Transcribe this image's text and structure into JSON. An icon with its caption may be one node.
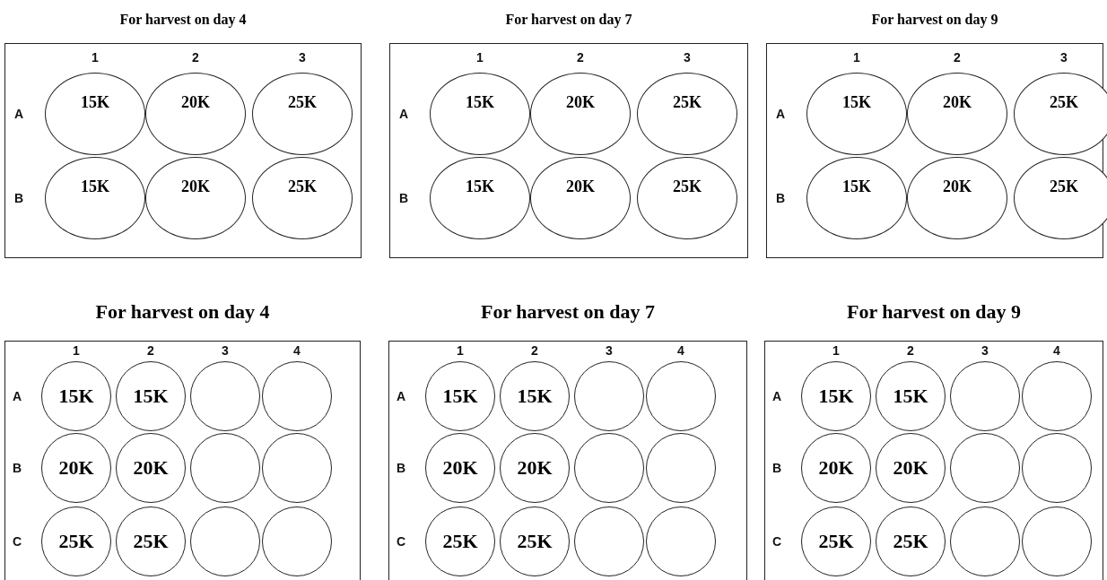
{
  "diagram": {
    "nodes": [
      {
        "text": [
          "For harvest on day 4",
          "1",
          "2",
          "3",
          "A",
          "B"
        ]
      },
      {
        "text": [
          "15K"
        ],
        "in": 0
      },
      {
        "text": [
          "20K"
        ],
        "in": 0
      },
      {
        "text": [
          "25K"
        ],
        "in": 0
      },
      {
        "text": [
          "15K"
        ],
        "in": 0
      },
      {
        "text": [
          "20K"
        ],
        "in": 0
      },
      {
        "text": [
          "25K"
        ],
        "in": 0
      },
      {
        "text": [
          "For harvest on day 7",
          "1",
          "2",
          "3",
          "A",
          "B"
        ]
      },
      {
        "text": [
          "15K"
        ],
        "in": 7
      },
      {
        "text": [
          "20K"
        ],
        "in": 7
      },
      {
        "text": [
          "25K"
        ],
        "in": 7
      },
      {
        "text": [
          "15K"
        ],
        "in": 7
      },
      {
        "text": [
          "20K"
        ],
        "in": 7
      },
      {
        "text": [
          "25K"
        ],
        "in": 7
      },
      {
        "text": [
          "For harvest on day 9",
          "1",
          "2",
          "3",
          "A",
          "B"
        ]
      },
      {
        "text": [
          "15K"
        ],
        "in": 14
      },
      {
        "text": [
          "20K"
        ],
        "in": 14
      },
      {
        "text": [
          "25K"
        ],
        "in": 14
      },
      {
        "text": [
          "15K"
        ],
        "in": 14
      },
      {
        "text": [
          "20K"
        ],
        "in": 14
      },
      {
        "text": [
          "25K"
        ],
        "in": 14
      },
      {
        "text": [
          "For harvest on day 4",
          "1",
          "2",
          "3",
          "4",
          "A",
          "B",
          "C"
        ]
      },
      {
        "text": [
          "15K"
        ],
        "in": 21
      },
      {
        "text": [
          "15K"
        ],
        "in": 21
      },
      {
        "text": [],
        "shape": "circle",
        "in": 21
      },
      {
        "text": [],
        "shape": "circle",
        "in": 21
      },
      {
        "text": [
          "20K"
        ],
        "in": 21
      },
      {
        "text": [
          "20K"
        ],
        "in": 21
      },
      {
        "text": [],
        "shape": "circle",
        "in": 21
      },
      {
        "text": [],
        "shape": "circle",
        "in": 21
      },
      {
        "text": [
          "25K"
        ],
        "in": 21
      },
      {
        "text": [
          "25K"
        ],
        "in": 21
      },
      {
        "text": [],
        "shape": "circle",
        "in": 21
      },
      {
        "text": [],
        "shape": "circle",
        "in": 21
      },
      {
        "text": [
          "For harvest on day 7",
          "1",
          "2",
          "3",
          "4",
          "A",
          "B",
          "C"
        ]
      },
      {
        "text": [
          "15K"
        ],
        "in": 34
      },
      {
        "text": [
          "15K"
        ],
        "in": 34
      },
      {
        "text": [],
        "shape": "circle",
        "in": 34
      },
      {
        "text": [],
        "shape": "circle",
        "in": 34
      },
      {
        "text": [
          "20K"
        ],
        "in": 34
      },
      {
        "text": [
          "20K"
        ],
        "in": 34
      },
      {
        "text": [],
        "shape": "circle",
        "in": 34
      },
      {
        "text": [],
        "shape": "circle",
        "in": 34
      },
      {
        "text": [
          "25K"
        ],
        "in": 34
      },
      {
        "text": [
          "25K"
        ],
        "in": 34
      },
      {
        "text": [],
        "shape": "circle",
        "in": 34
      },
      {
        "text": [],
        "shape": "circle",
        "in": 34
      },
      {
        "text": [
          "For harvest on day 9",
          "1",
          "2",
          "3",
          "4",
          "A",
          "B",
          "C"
        ]
      },
      {
        "text": [
          "15K"
        ],
        "in": 47
      },
      {
        "text": [
          "15K"
        ],
        "in": 47
      },
      {
        "text": [],
        "shape": "circle",
        "in": 47
      },
      {
        "text": [],
        "shape": "circle",
        "in": 47
      },
      {
        "text": [
          "20K"
        ],
        "in": 47
      },
      {
        "text": [
          "20K"
        ],
        "in": 47
      },
      {
        "text": [],
        "shape": "circle",
        "in": 47
      },
      {
        "text": [],
        "shape": "circle",
        "in": 47
      },
      {
        "text": [
          "25K"
        ],
        "in": 47
      },
      {
        "text": [
          "25K"
        ],
        "in": 47
      },
      {
        "text": [],
        "shape": "circle",
        "in": 47
      },
      {
        "text": [],
        "shape": "circle",
        "in": 47
      }
    ]
  }
}
